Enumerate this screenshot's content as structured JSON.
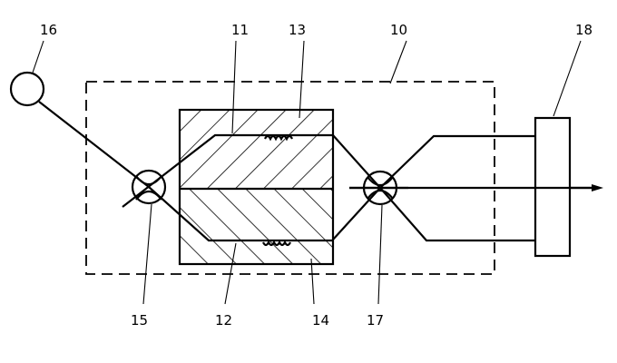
{
  "labels": {
    "device": "10",
    "upper_waveguide": "11",
    "lower_waveguide": "12",
    "upper_substrate": "13",
    "lower_substrate": "14",
    "input_coupler": "15",
    "light_source": "16",
    "output_coupler": "17",
    "detector": "18"
  }
}
